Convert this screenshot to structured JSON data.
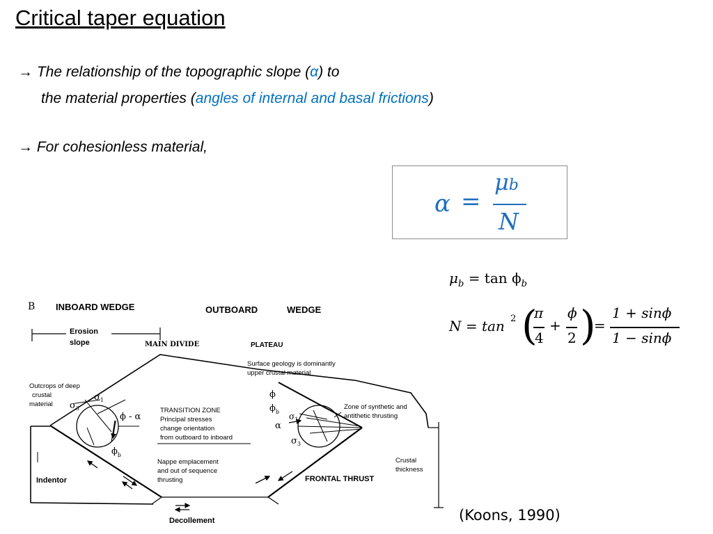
{
  "title": "Critical taper equation",
  "bullet1": {
    "arrow": "→",
    "line1_text": "The relationship of the topographic slope (",
    "line1_alpha": "α",
    "line1_end": ")  to",
    "line2_text": "the material properties (",
    "line2_highlight": "angles of internal and basal frictions",
    "line2_end": ")"
  },
  "bullet2": {
    "arrow": "→",
    "text": "For  cohesionless material,"
  },
  "main_equation": {
    "lhs": "α",
    "eq": "=",
    "numerator": "μ",
    "numerator_sub": "b",
    "denominator": "N"
  },
  "equation_mu": {
    "lhs": "μ",
    "lhs_sub": "b",
    "rhs": "= tan ϕ",
    "rhs_sub": "b"
  },
  "equation_N": {
    "lhs": "N = tan",
    "sup": "2",
    "pi": "π",
    "four": "4",
    "plus": "+",
    "phi": "ϕ",
    "two": "2",
    "equals": "=",
    "num": "1 + sinϕ",
    "den": "1 − sinϕ"
  },
  "citation": "(Koons, 1990)",
  "diagram": {
    "panel_letter": "B",
    "inboard_wedge": "INBOARD  WEDGE",
    "outboard": "OUTBOARD",
    "wedge": "WEDGE",
    "erosion_slope": [
      "Erosion",
      "slope"
    ],
    "main_divide": "MAIN DIVIDE",
    "plateau": "PLATEAU",
    "surface_geology": [
      "Surface geology is dominantly",
      "upper crustal material"
    ],
    "outcrops": [
      "Outcrops of deep",
      "crustal",
      "material"
    ],
    "sigma1": "σ",
    "sigma1_sub": "1",
    "sigma3": "σ",
    "sigma3_sub": "3",
    "phi_minus_alpha": "ϕ - α",
    "phi_b": "ϕ",
    "phi_b_sub": "b",
    "transition_zone": [
      "TRANSITION ZONE",
      "Principal stresses",
      "change orientation",
      "from outboard to inboard"
    ],
    "phi": "ϕ",
    "alpha": "α",
    "zone_synthetic": [
      "Zone of synthetic and",
      "antithetic thrusting"
    ],
    "nappe": [
      "Nappe emplacement",
      "and out of sequence",
      "thrusting"
    ],
    "frontal_thrust": "FRONTAL THRUST",
    "crustal_thickness": [
      "Crustal",
      "thickness"
    ],
    "indentor": "Indentor",
    "decollement": "Decollement"
  }
}
